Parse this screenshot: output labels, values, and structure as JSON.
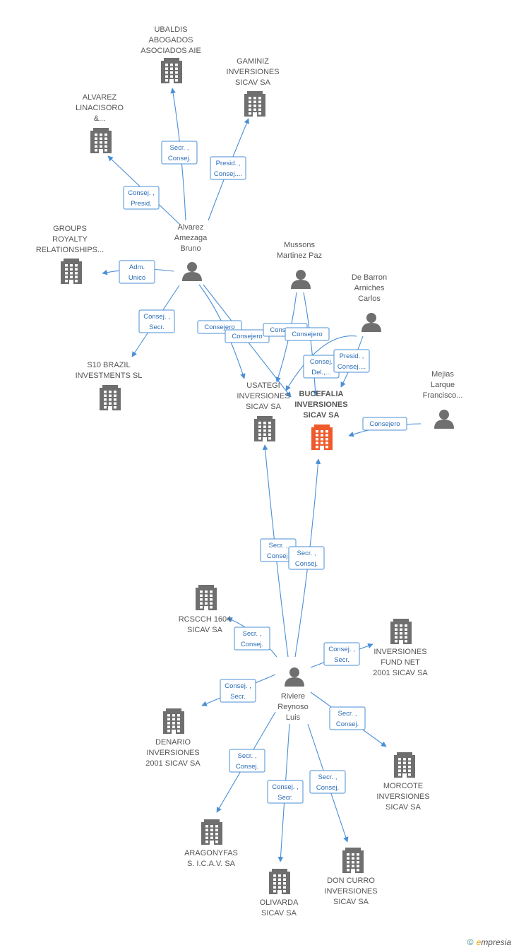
{
  "colors": {
    "edge": "#4a8fd6",
    "company": "#6f6f6f",
    "main_company": "#ee5a2c",
    "person": "#6f6f6f"
  },
  "nodes": [
    {
      "id": "ubaldis",
      "type": "company",
      "label": [
        "UBALDIS",
        "ABOGADOS",
        "ASOCIADOS AIE"
      ]
    },
    {
      "id": "gaminiz",
      "type": "company",
      "label": [
        "GAMINIZ",
        "INVERSIONES",
        "SICAV SA"
      ]
    },
    {
      "id": "alvarez_lin",
      "type": "company",
      "label": [
        "ALVAREZ",
        "LINACISORO",
        "&..."
      ]
    },
    {
      "id": "groups",
      "type": "company",
      "label": [
        "GROUPS",
        "ROYALTY",
        "RELATIONSHIPS..."
      ]
    },
    {
      "id": "alvarez_bruno",
      "type": "person",
      "label": [
        "Alvarez",
        "Amezaga",
        "Bruno"
      ]
    },
    {
      "id": "mussons",
      "type": "person",
      "label": [
        "Mussons",
        "Martinez Paz"
      ]
    },
    {
      "id": "debarron",
      "type": "person",
      "label": [
        "De Barron",
        "Arniches",
        "Carlos"
      ]
    },
    {
      "id": "mejias",
      "type": "person",
      "label": [
        "Mejias",
        "Larque",
        "Francisco..."
      ]
    },
    {
      "id": "s10",
      "type": "company",
      "label": [
        "S10 BRAZIL",
        "INVESTMENTS SL"
      ]
    },
    {
      "id": "usategi",
      "type": "company",
      "label": [
        "USATEGI",
        "INVERSIONES",
        "SICAV SA"
      ]
    },
    {
      "id": "bucefalia",
      "type": "main",
      "label": [
        "BUCEFALIA",
        "INVERSIONES",
        "SICAV SA"
      ]
    },
    {
      "id": "rcscch",
      "type": "company",
      "label": [
        "RCSCCH 1604",
        "SICAV SA"
      ]
    },
    {
      "id": "fundnet",
      "type": "company",
      "label": [
        "INVERSIONES",
        "FUND NET",
        "2001 SICAV SA"
      ]
    },
    {
      "id": "riviere",
      "type": "person",
      "label": [
        "Riviere",
        "Reynoso",
        "Luis"
      ]
    },
    {
      "id": "denario",
      "type": "company",
      "label": [
        "DENARIO",
        "INVERSIONES",
        "2001 SICAV SA"
      ]
    },
    {
      "id": "morcote",
      "type": "company",
      "label": [
        "MORCOTE",
        "INVERSIONES",
        "SICAV SA"
      ]
    },
    {
      "id": "aragonyfas",
      "type": "company",
      "label": [
        "ARAGONYFAS",
        "S. I.C.A.V. SA"
      ]
    },
    {
      "id": "doncurro",
      "type": "company",
      "label": [
        "DON CURRO",
        "INVERSIONES",
        "SICAV SA"
      ]
    },
    {
      "id": "olivarda",
      "type": "company",
      "label": [
        "OLIVARDA",
        "SICAV SA"
      ]
    }
  ],
  "edges": [
    {
      "from": "alvarez_bruno",
      "to": "ubaldis",
      "label": [
        "Secr. ,",
        "Consej."
      ]
    },
    {
      "from": "alvarez_bruno",
      "to": "gaminiz",
      "label": [
        "Presid. ,",
        "Consej...."
      ]
    },
    {
      "from": "alvarez_bruno",
      "to": "alvarez_lin",
      "label": [
        "Consej. ,",
        "Presid."
      ]
    },
    {
      "from": "alvarez_bruno",
      "to": "groups",
      "label": [
        "Adm.",
        "Unico"
      ]
    },
    {
      "from": "alvarez_bruno",
      "to": "s10",
      "label": [
        "Consej. ,",
        "Secr."
      ]
    },
    {
      "from": "alvarez_bruno",
      "to": "usategi",
      "label": [
        "Consejero"
      ]
    },
    {
      "from": "alvarez_bruno",
      "to": "bucefalia",
      "label": [
        "Consejero"
      ]
    },
    {
      "from": "mussons",
      "to": "usategi",
      "label": [
        "Consejero"
      ]
    },
    {
      "from": "mussons",
      "to": "bucefalia",
      "label": [
        "Consej.",
        "Del.,..."
      ]
    },
    {
      "from": "debarron",
      "to": "usategi",
      "label": [
        "Consejero"
      ]
    },
    {
      "from": "debarron",
      "to": "bucefalia",
      "label": [
        "Presid. ,",
        "Consej...."
      ]
    },
    {
      "from": "mejias",
      "to": "bucefalia",
      "label": [
        "Consejero"
      ]
    },
    {
      "from": "riviere",
      "to": "usategi",
      "label": [
        "Secr. ,",
        "Consej."
      ]
    },
    {
      "from": "riviere",
      "to": "bucefalia",
      "label": [
        "Secr. ,",
        "Consej."
      ]
    },
    {
      "from": "riviere",
      "to": "rcscch",
      "label": [
        "Secr. ,",
        "Consej."
      ]
    },
    {
      "from": "riviere",
      "to": "fundnet",
      "label": [
        "Consej. ,",
        "Secr."
      ]
    },
    {
      "from": "riviere",
      "to": "denario",
      "label": [
        "Consej. ,",
        "Secr."
      ]
    },
    {
      "from": "riviere",
      "to": "morcote",
      "label": [
        "Secr. ,",
        "Consej."
      ]
    },
    {
      "from": "riviere",
      "to": "aragonyfas",
      "label": [
        "Secr. ,",
        "Consej."
      ]
    },
    {
      "from": "riviere",
      "to": "olivarda",
      "label": [
        "Consej. ,",
        "Secr."
      ]
    },
    {
      "from": "riviere",
      "to": "doncurro",
      "label": [
        "Secr. ,",
        "Consej."
      ]
    }
  ],
  "footer": {
    "copyright": "©",
    "brand_e": "e",
    "brand_rest": "mpresia"
  }
}
